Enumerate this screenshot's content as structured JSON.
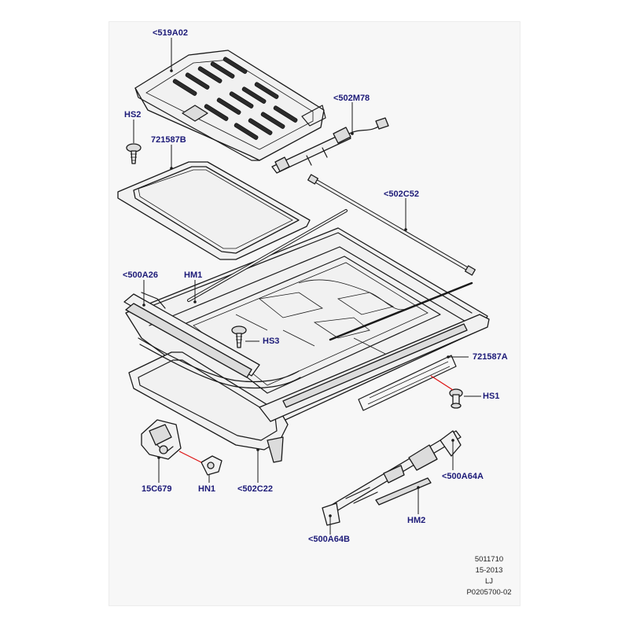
{
  "callouts": [
    {
      "id": "519a02",
      "text": "<519A02"
    },
    {
      "id": "502m78",
      "text": "<502M78"
    },
    {
      "id": "hs2",
      "text": "HS2"
    },
    {
      "id": "721587b",
      "text": "721587B"
    },
    {
      "id": "502c52",
      "text": "<502C52"
    },
    {
      "id": "500a26",
      "text": "<500A26"
    },
    {
      "id": "hm1",
      "text": "HM1"
    },
    {
      "id": "hs3",
      "text": "HS3"
    },
    {
      "id": "721587a",
      "text": "721587A"
    },
    {
      "id": "hs1",
      "text": "HS1"
    },
    {
      "id": "15c679",
      "text": "15C679"
    },
    {
      "id": "hn1",
      "text": "HN1"
    },
    {
      "id": "502c22",
      "text": "<502C22"
    },
    {
      "id": "500a64a",
      "text": "<500A64A"
    },
    {
      "id": "hm2",
      "text": "HM2"
    },
    {
      "id": "500a64b",
      "text": "<500A64B"
    }
  ],
  "reference": {
    "line1": "5011710",
    "line2": "15-2013",
    "line3": "LJ",
    "line4": "P0205700-02"
  },
  "colors": {
    "label": "#1c1a78",
    "leader_accent": "#dd1111",
    "panel_background": "#f7f7f7"
  }
}
